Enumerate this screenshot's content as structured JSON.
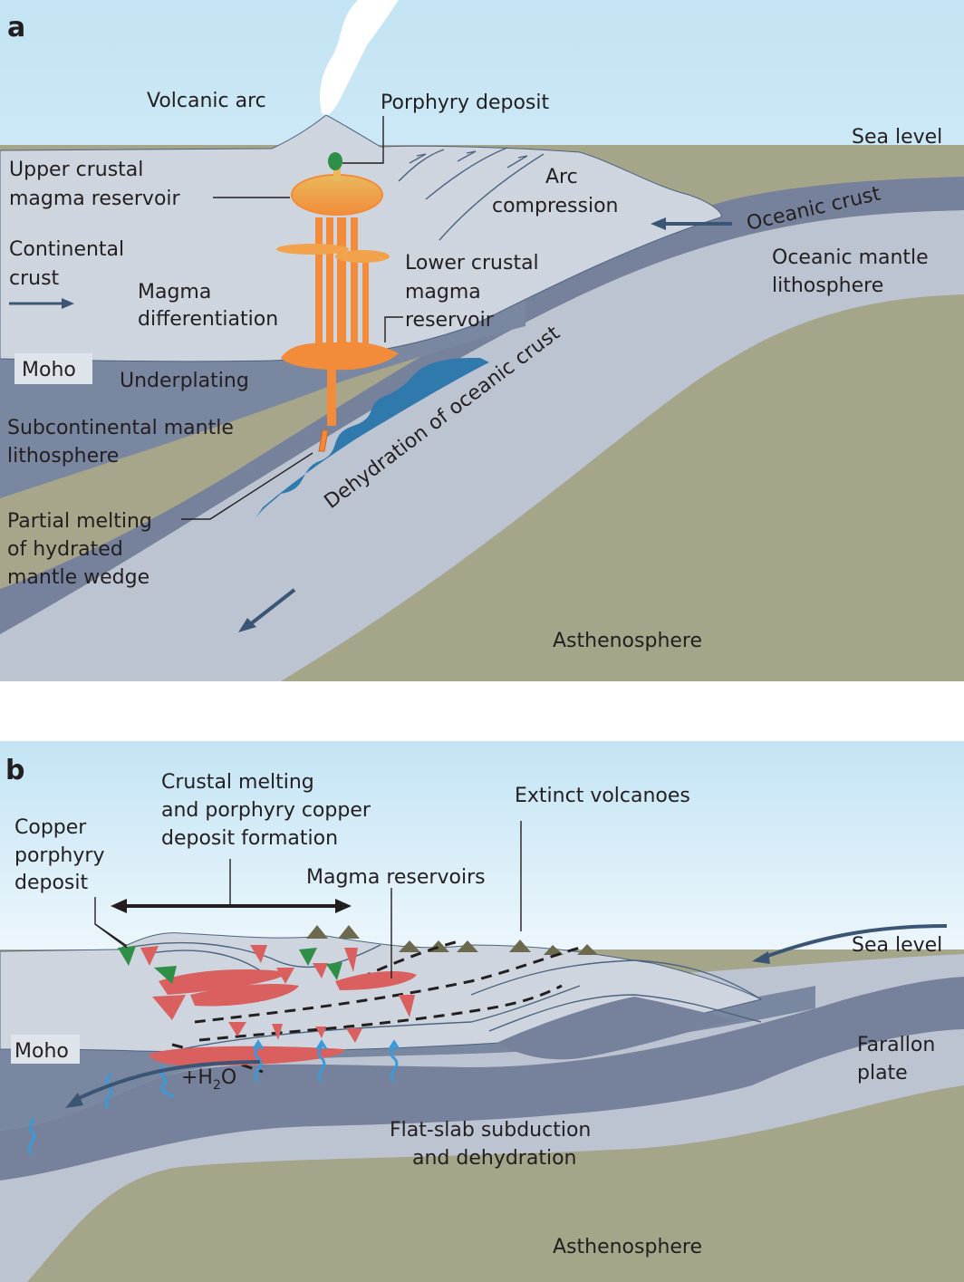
{
  "panel_a": {
    "letter": "a",
    "labels": {
      "volcanic_arc": "Volcanic arc",
      "porphyry_deposit": "Porphyry deposit",
      "sea_level": "Sea level",
      "upper_crustal_1": "Upper crustal",
      "upper_crustal_2": "magma reservoir",
      "arc_compression_1": "Arc",
      "arc_compression_2": "compression",
      "oceanic_crust": "Oceanic crust",
      "continental_crust_1": "Continental",
      "continental_crust_2": "crust",
      "lower_crustal_1": "Lower crustal",
      "lower_crustal_2": "magma",
      "lower_crustal_3": "reservoir",
      "oceanic_mantle_1": "Oceanic mantle",
      "oceanic_mantle_2": "lithosphere",
      "magma_diff_1": "Magma",
      "magma_diff_2": "differentiation",
      "moho": "Moho",
      "underplating": "Underplating",
      "subcontinental_1": "Subcontinental mantle",
      "subcontinental_2": "lithosphere",
      "dehydration": "Dehydration of oceanic crust",
      "partial_melting_1": "Partial melting",
      "partial_melting_2": "of hydrated",
      "partial_melting_3": "mantle wedge",
      "asthenosphere": "Asthenosphere"
    }
  },
  "panel_b": {
    "letter": "b",
    "labels": {
      "crustal_melting_1": "Crustal melting",
      "crustal_melting_2": "and porphyry copper",
      "crustal_melting_3": "deposit formation",
      "extinct_volcanoes": "Extinct volcanoes",
      "copper_porphyry_1": "Copper",
      "copper_porphyry_2": "porphyry",
      "copper_porphyry_3": "deposit",
      "magma_reservoirs": "Magma reservoirs",
      "sea_level": "Sea level",
      "moho": "Moho",
      "water": "+H",
      "water_sub": "2",
      "water_o": "O",
      "farallon_1": "Farallon",
      "farallon_2": "plate",
      "flat_slab_1": "Flat-slab subduction",
      "flat_slab_2": "and dehydration",
      "asthenosphere": "Asthenosphere"
    }
  },
  "colors": {
    "sky_top": "#c3e4f4",
    "sky_bottom": "#eef7fc",
    "sea": "#6fb4de",
    "continental_crust": "#cfd5df",
    "mantle_lithosphere": "#7a87a0",
    "oceanic_crust": "#76829c",
    "oceanic_mantle": "#bcc4d2",
    "asthenosphere": "#a5a58a",
    "mantle_wedge": "#a8a68a",
    "fluid_blue": "#2f79ad",
    "magma_orange": "#f28c3a",
    "magma_yellow": "#e9b95c",
    "porphyry_green": "#2f8f46",
    "reservoir_red": "#d9605f",
    "arrow": "#3b5674",
    "water_arrow": "#3a9ad9"
  }
}
